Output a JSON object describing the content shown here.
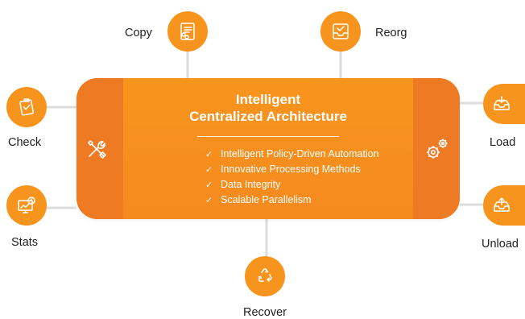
{
  "colors": {
    "accent": "#f7941d",
    "accent_dark": "#ef7a24",
    "connector": "#dcdcdc",
    "text": "#222222"
  },
  "center": {
    "title_line1": "Intelligent",
    "title_line2": "Centralized Architecture",
    "features": [
      "Intelligent Policy-Driven Automation",
      "Innovative Processing Methods",
      "Data Integrity",
      "Scalable Parallelism"
    ],
    "left_icon": "tools-icon",
    "right_icon": "gears-icon"
  },
  "nodes": {
    "copy": {
      "label": "Copy",
      "icon": "document-copy-icon"
    },
    "reorg": {
      "label": "Reorg",
      "icon": "inbox-check-icon"
    },
    "check": {
      "label": "Check",
      "icon": "clipboard-check-icon"
    },
    "stats": {
      "label": "Stats",
      "icon": "monitor-chart-icon"
    },
    "load": {
      "label": "Load",
      "icon": "tray-download-icon"
    },
    "unload": {
      "label": "Unload",
      "icon": "tray-upload-icon"
    },
    "recover": {
      "label": "Recover",
      "icon": "recycle-icon"
    }
  }
}
